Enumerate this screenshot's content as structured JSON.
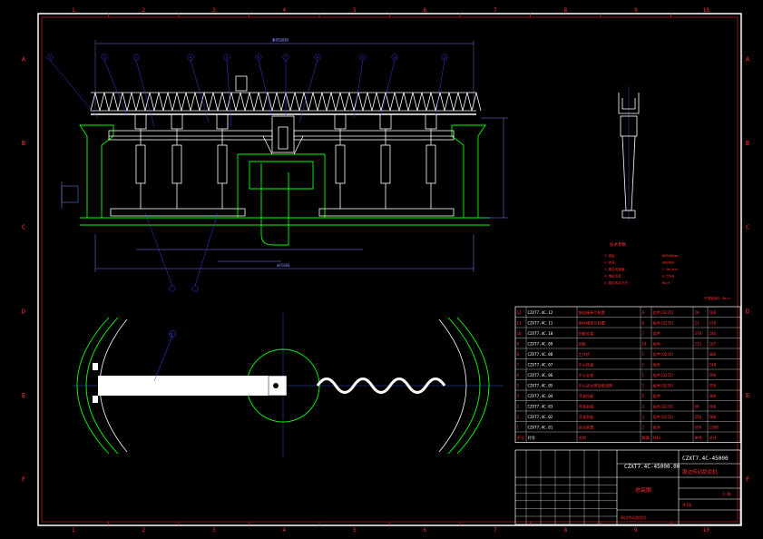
{
  "colors": {
    "background": "#000000",
    "frame": "#ffffff",
    "border": "#ff2020",
    "structure": "#ffffff",
    "tank": "#00ff00",
    "dimension": "#8080ff",
    "leader": "#4040ff",
    "centerline": "#4060ff",
    "note_text": "#ff3030"
  },
  "grid": {
    "columns": [
      "1",
      "2",
      "3",
      "4",
      "5",
      "6",
      "7",
      "8",
      "9",
      "10"
    ],
    "rows": [
      "A",
      "B",
      "C",
      "D",
      "E",
      "F"
    ]
  },
  "elevation_view": {
    "overall_dim": "Φ45000",
    "span_dim": "Φ45000",
    "balloons": [
      "1",
      "2",
      "3",
      "4",
      "5",
      "6",
      "7",
      "8",
      "9",
      "10",
      "11",
      "12"
    ]
  },
  "plan_view": {
    "balloon": "8"
  },
  "notes": {
    "heading": "技术参数",
    "lines": [
      "1.池径:",
      "2.池深:",
      "3.周边线速度:",
      "4.电机功率:",
      "5.周边传动方式:"
    ],
    "values": [
      "Φ45000mm",
      "4000mm",
      "2.0m/min",
      "0.55kW",
      "Mach"
    ],
    "extra": "不锈钢部分 Mach"
  },
  "parts_table": {
    "rows": [
      [
        "12",
        "CZXT7.4C.12",
        "钢丝绳牵引装置",
        "6",
        "组件(Q235)",
        "28",
        "168"
      ],
      [
        "11",
        "CZXT7.4C.11",
        "钢丝绳牵引装置",
        "6",
        "组件(Q235)",
        "23",
        "138"
      ],
      [
        "10",
        "CZXT7.4C.10",
        "刮板支架",
        "7",
        "组件",
        "378",
        "246"
      ],
      [
        "9",
        "CZXT7.4C.09",
        "刮板",
        "14",
        "组件",
        "215",
        "167"
      ],
      [
        "8",
        "CZXT7.4C.08",
        "工作桥",
        "1",
        "组件(Q235)",
        "",
        "480"
      ],
      [
        "7",
        "CZXT7.4C.07",
        "中心转盘",
        "1",
        "组件",
        "",
        "240"
      ],
      [
        "6",
        "CZXT7.4C.06",
        "中心支座",
        "1",
        "组件(Q235)",
        "",
        "290"
      ],
      [
        "5",
        "CZXT7.4C.05",
        "中心进水筒及稳流筒",
        "1",
        "组件(Q235)",
        "",
        "350"
      ],
      [
        "4",
        "CZXT7.4C.04",
        "浮渣挡板",
        "1",
        "组件",
        "",
        "380"
      ],
      [
        "3",
        "CZXT7.4C.03",
        "浮渣刮板",
        "2",
        "组件(Q235)",
        "60",
        "560"
      ],
      [
        "2",
        "CZXT7.4C.02",
        "浮渣刮板",
        "2",
        "组件(Q235)",
        "250",
        "500"
      ],
      [
        "1",
        "CZXT7.4C.01",
        "驱动装置",
        "2",
        "组件",
        "650",
        "1300"
      ]
    ],
    "header": [
      "序号",
      "代号",
      "名称",
      "数量",
      "材料",
      "单件",
      "总计"
    ]
  },
  "title_block": {
    "drawing_no": "CZXT7.4C-45000.00",
    "product_no": "CZXT7.4C-45000",
    "product_name": "周边传动刮泥机",
    "drawing_name": "总装图",
    "scale": "1:40",
    "sheet": "共1张",
    "footer": "周边传动刮泥机"
  }
}
